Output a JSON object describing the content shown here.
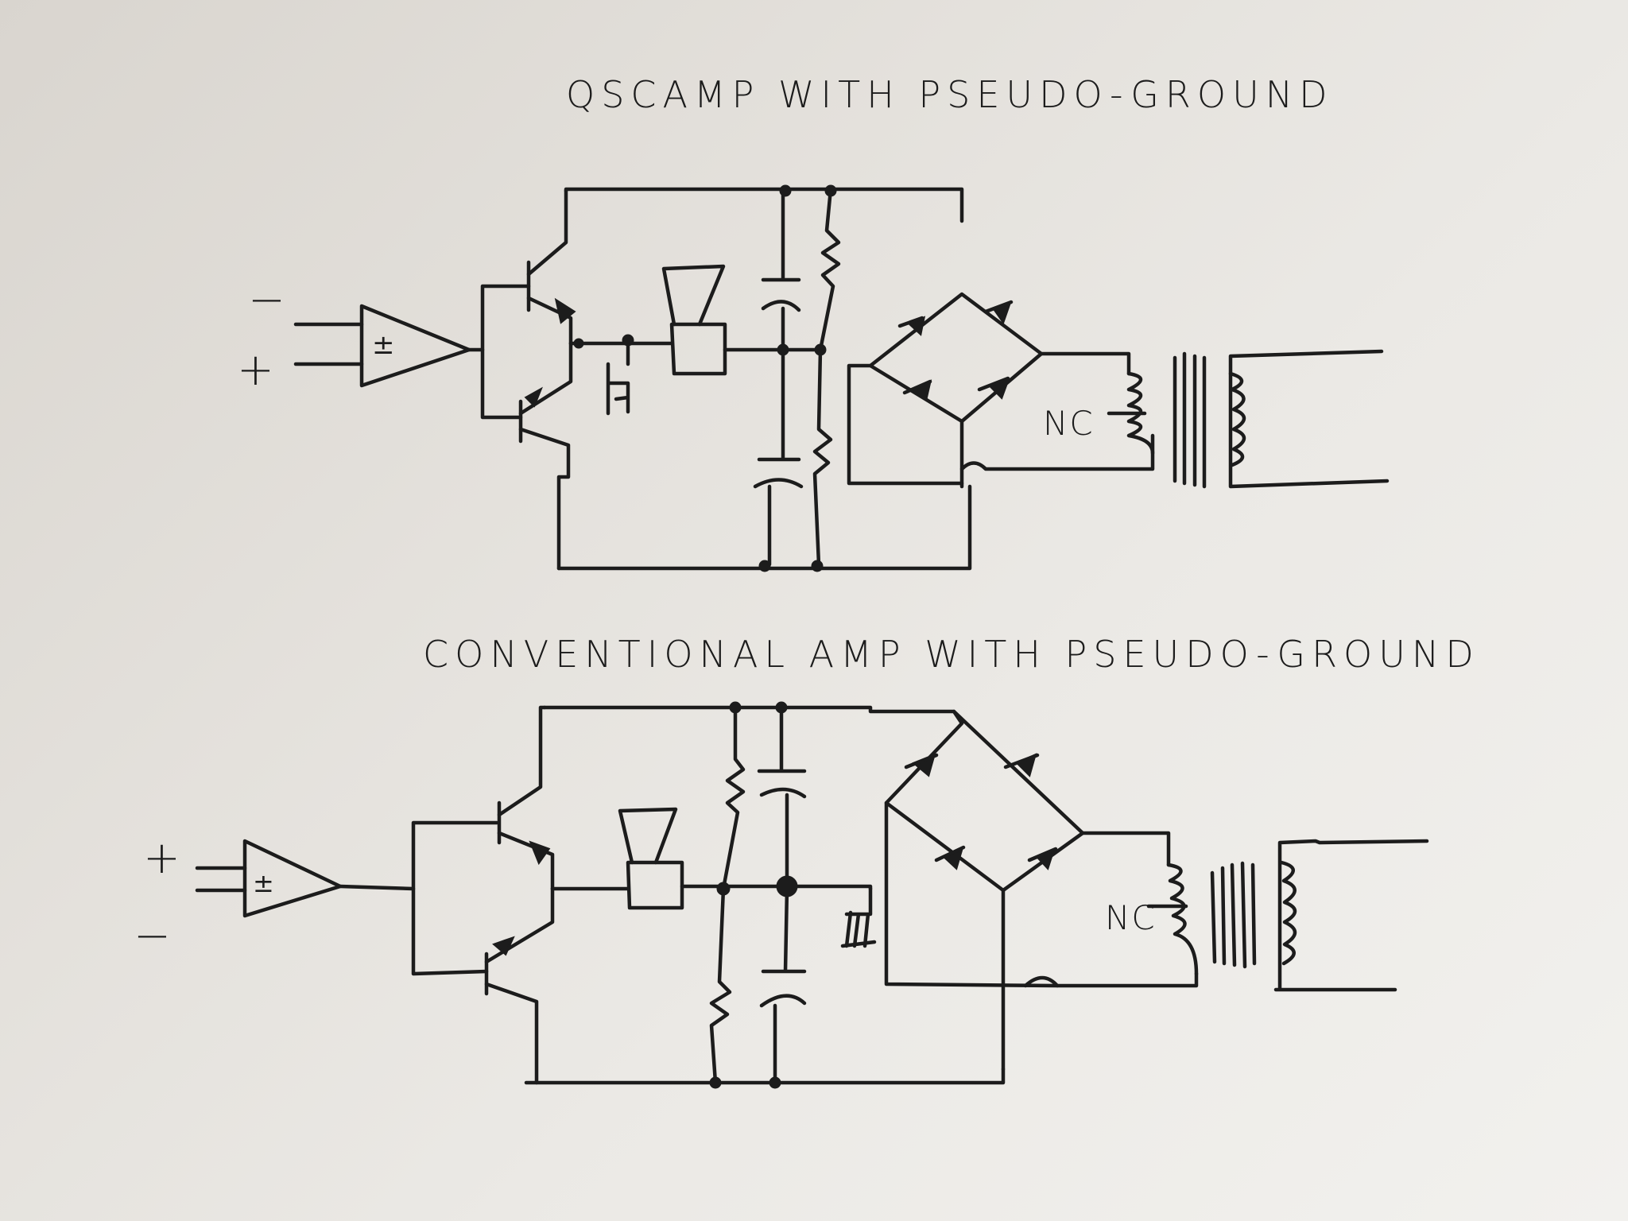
{
  "diagrams": [
    {
      "title": "QSCAMP WITH PSEUDO-GROUND",
      "pin_top": "−",
      "pin_bottom": "+",
      "opamp_sign": "±",
      "nc_label": "NC"
    },
    {
      "title": "CONVENTIONAL AMP WITH PSEUDO-GROUND",
      "pin_top": "+",
      "pin_bottom": "−",
      "opamp_sign": "±",
      "nc_label": "NC"
    }
  ],
  "colors": {
    "paper": "#e8e5e0",
    "ink": "#1c1c1c"
  }
}
